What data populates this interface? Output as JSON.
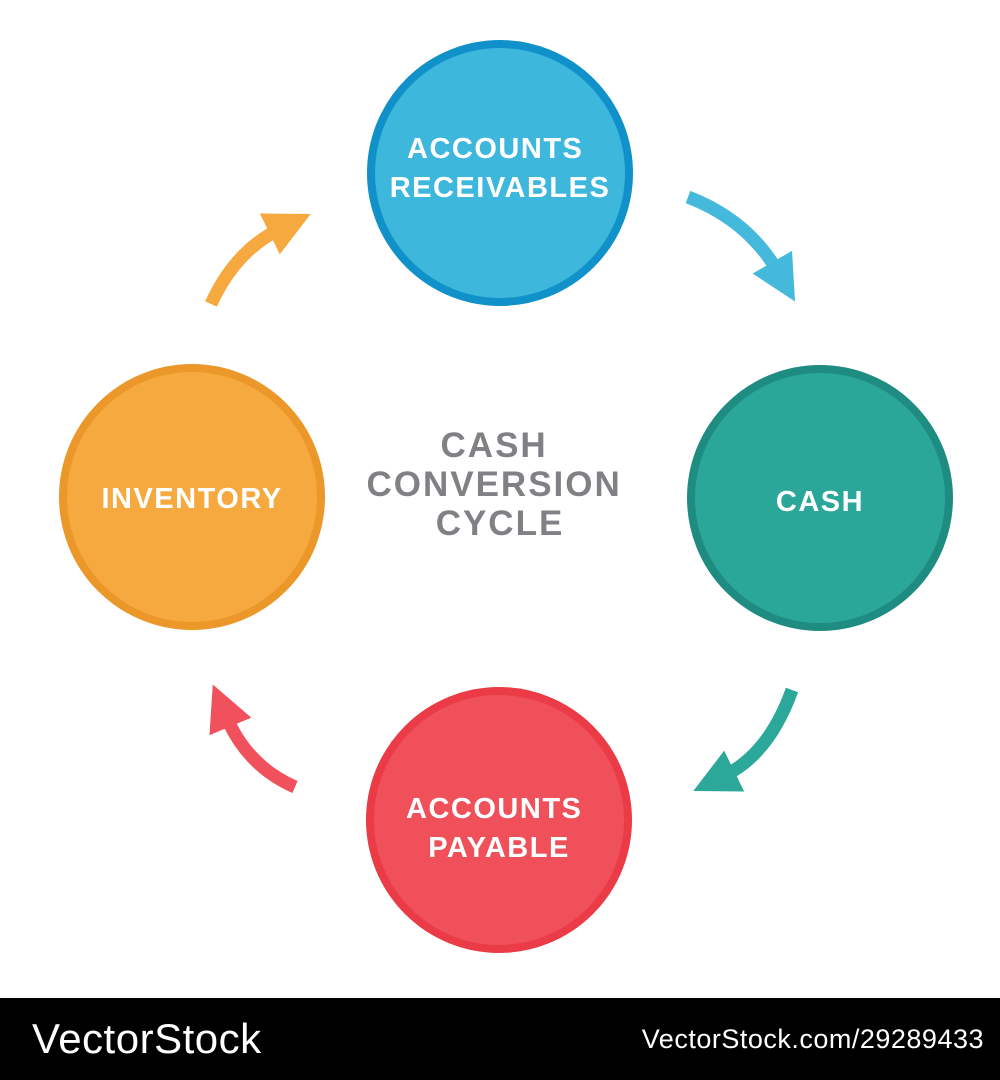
{
  "diagram": {
    "title": {
      "lines": [
        "CASH",
        "CONVERSION",
        "CYCLE"
      ],
      "color": "#808184"
    },
    "label_color": "#FFFFFF",
    "nodes": [
      {
        "name": "accounts-receivables",
        "lines": [
          "ACCOUNTS",
          "RECEIVABLES"
        ],
        "fill": "#3EB7DD",
        "border": "#1191C9"
      },
      {
        "name": "cash",
        "lines": [
          "CASH"
        ],
        "fill": "#2BA79A",
        "border": "#1F8C82"
      },
      {
        "name": "accounts-payable",
        "lines": [
          "ACCOUNTS",
          "PAYABLE"
        ],
        "fill": "#F0505A",
        "border": "#EB3B46"
      },
      {
        "name": "inventory",
        "lines": [
          "INVENTORY"
        ],
        "fill": "#F6A93E",
        "border": "#EC9729"
      }
    ],
    "arrows": [
      {
        "name": "receivables-to-cash",
        "color": "#45B9DC"
      },
      {
        "name": "cash-to-payable",
        "color": "#2BA89A"
      },
      {
        "name": "payable-to-inventory",
        "color": "#F0515C"
      },
      {
        "name": "inventory-to-receivables",
        "color": "#F6A93E"
      }
    ]
  },
  "watermark": {
    "logo": "VectorStock",
    "url": "VectorStock.com/29289433",
    "bar_color": "#000000",
    "text_color": "#FFFFFF"
  }
}
